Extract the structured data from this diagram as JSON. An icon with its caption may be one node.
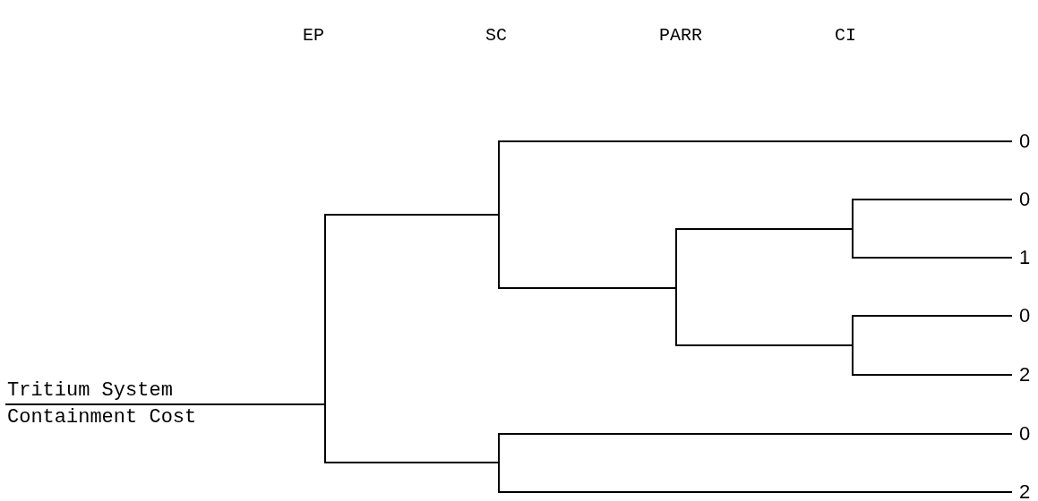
{
  "diagram": {
    "nodes": [
      {
        "text": [
          "Tritium System Containment Cost"
        ]
      },
      {
        "text": [
          "0"
        ]
      },
      {
        "text": [
          "0"
        ]
      },
      {
        "text": [
          "1"
        ]
      },
      {
        "text": [
          "0"
        ]
      },
      {
        "text": [
          "2"
        ]
      },
      {
        "text": [
          "0"
        ]
      },
      {
        "text": [
          "2"
        ]
      }
    ],
    "edges": [
      {
        "from": 0,
        "to": 1,
        "arrow": "none"
      },
      {
        "from": 0,
        "to": 2,
        "arrow": "none"
      },
      {
        "from": 0,
        "to": 3,
        "arrow": "none"
      },
      {
        "from": 0,
        "to": 4,
        "arrow": "none"
      },
      {
        "from": 0,
        "to": 5,
        "arrow": "none"
      },
      {
        "from": 0,
        "to": 6,
        "arrow": "none"
      },
      {
        "from": 0,
        "to": 7,
        "arrow": "none"
      }
    ],
    "labels": [
      "EP",
      "SC",
      "PARR",
      "CI"
    ]
  }
}
